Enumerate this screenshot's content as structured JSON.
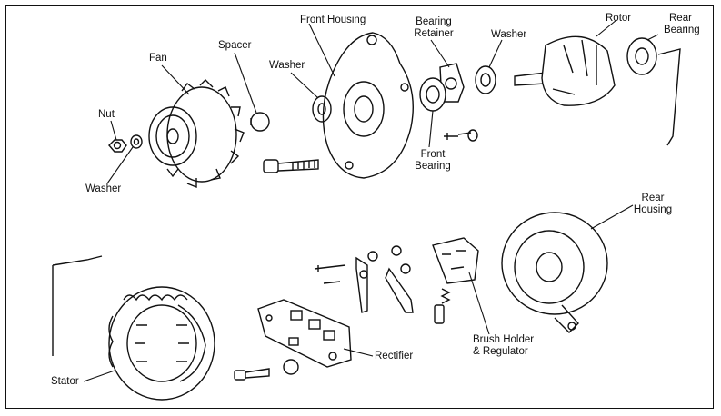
{
  "labels": {
    "nut": "Nut",
    "washer_left": "Washer",
    "fan": "Fan",
    "spacer": "Spacer",
    "washer_mid": "Washer",
    "front_housing": "Front Housing",
    "bearing_retainer_1": "Bearing",
    "bearing_retainer_2": "Retainer",
    "washer_right": "Washer",
    "rotor": "Rotor",
    "rear_bearing_1": "Rear",
    "rear_bearing_2": "Bearing",
    "front_bearing_1": "Front",
    "front_bearing_2": "Bearing",
    "rear_housing_1": "Rear",
    "rear_housing_2": "Housing",
    "brush_holder_1": "Brush Holder",
    "brush_holder_2": "& Regulator",
    "rectifier": "Rectifier",
    "stator": "Stator"
  }
}
